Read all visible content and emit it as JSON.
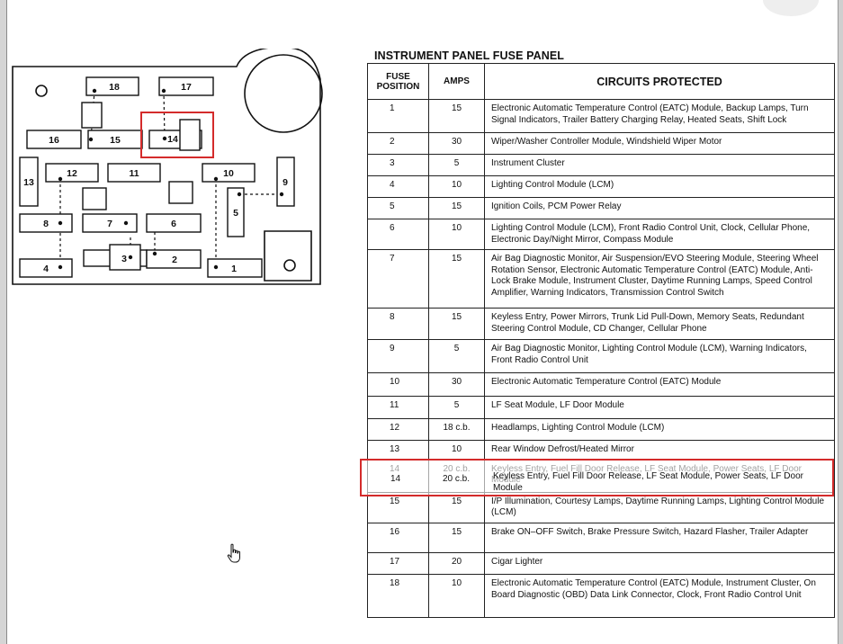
{
  "table": {
    "title": "INSTRUMENT PANEL FUSE PANEL",
    "headers": {
      "position": "FUSE POSITION",
      "amps": "AMPS",
      "circuits": "CIRCUITS PROTECTED"
    },
    "rows": [
      {
        "pos": "1",
        "amps": "15",
        "circuits": "Electronic Automatic Temperature Control (EATC) Module, Backup Lamps, Turn Signal Indicators, Trailer Battery Charging Relay, Heated Seats, Shift Lock"
      },
      {
        "pos": "2",
        "amps": "30",
        "circuits": "Wiper/Washer Controller Module, Windshield Wiper Motor"
      },
      {
        "pos": "3",
        "amps": "5",
        "circuits": "Instrument Cluster"
      },
      {
        "pos": "4",
        "amps": "10",
        "circuits": "Lighting Control Module (LCM)"
      },
      {
        "pos": "5",
        "amps": "15",
        "circuits": "Ignition Coils, PCM Power Relay"
      },
      {
        "pos": "6",
        "amps": "10",
        "circuits": "Lighting Control Module (LCM), Front Radio Control Unit, Clock, Cellular Phone, Electronic Day/Night Mirror, Compass Module"
      },
      {
        "pos": "7",
        "amps": "15",
        "circuits": "Air Bag Diagnostic Monitor, Air Suspension/EVO Steering Module, Steering Wheel Rotation Sensor, Electronic Automatic Temperature Control (EATC) Module, Anti-Lock Brake Module, Instrument Cluster, Daytime Running Lamps, Speed Control Amplifier, Warning Indicators, Transmission Control Switch"
      },
      {
        "pos": "8",
        "amps": "15",
        "circuits": "Keyless Entry, Power Mirrors, Trunk Lid Pull-Down, Memory Seats, Redundant Steering Control Module, CD Changer, Cellular Phone"
      },
      {
        "pos": "9",
        "amps": "5",
        "circuits": "Air Bag Diagnostic Monitor, Lighting Control Module (LCM), Warning Indicators, Front Radio Control Unit"
      },
      {
        "pos": "10",
        "amps": "30",
        "circuits": "Electronic Automatic Temperature Control (EATC) Module"
      },
      {
        "pos": "11",
        "amps": "5",
        "circuits": "LF Seat Module, LF Door Module"
      },
      {
        "pos": "12",
        "amps": "18 c.b.",
        "circuits": "Headlamps, Lighting Control Module (LCM)"
      },
      {
        "pos": "13",
        "amps": "10",
        "circuits": "Rear Window Defrost/Heated Mirror"
      },
      {
        "pos": "14",
        "amps": "20 c.b.",
        "circuits": "Keyless Entry, Fuel Fill Door Release, LF Seat Module, Power Seats, LF Door Module"
      },
      {
        "pos": "15",
        "amps": "15",
        "circuits": "I/P Illumination, Courtesy Lamps, Daytime Running Lamps, Lighting Control Module (LCM)"
      },
      {
        "pos": "16",
        "amps": "15",
        "circuits": "Brake ON–OFF Switch, Brake Pressure Switch, Hazard Flasher, Trailer Adapter"
      },
      {
        "pos": "17",
        "amps": "20",
        "circuits": "Cigar Lighter"
      },
      {
        "pos": "18",
        "amps": "10",
        "circuits": "Electronic Automatic Temperature Control (EATC) Module, Instrument Cluster, On Board Diagnostic (OBD) Data Link Connector, Clock, Front Radio Control Unit"
      }
    ]
  },
  "highlight": {
    "pos": "14",
    "amps": "20 c.b.",
    "circuits": "Keyless Entry, Fuel Fill Door Release, LF Seat Module, Power Seats, LF Door Module",
    "color": "#d42b2b"
  },
  "diagram": {
    "fuses": [
      "18",
      "17",
      "16",
      "15",
      "14",
      "13",
      "12",
      "11",
      "10",
      "9",
      "8",
      "7",
      "6",
      "5",
      "4",
      "3",
      "2",
      "1"
    ],
    "highlighted_fuse": "14"
  }
}
